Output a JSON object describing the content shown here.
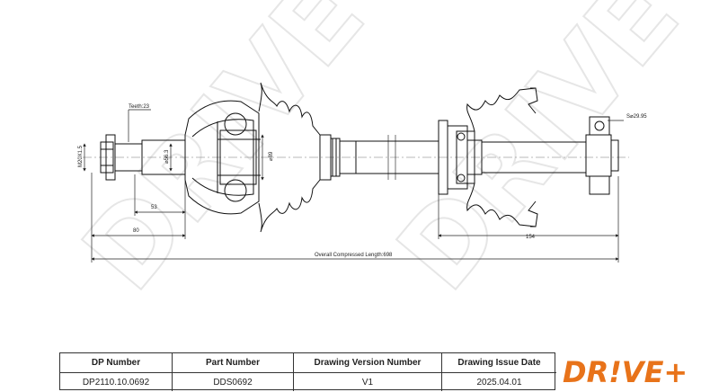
{
  "watermark": "DRIVE+",
  "dimensions": {
    "teeth": "Teeth:23",
    "thread": "M20X1.5",
    "diameter_56": "⌀56.3",
    "diameter_89": "⌀89",
    "hex": "S⌀29.95",
    "len_53": "53",
    "len_80": "80",
    "len_154": "154",
    "overall": "Overall  Compressed  Length:698"
  },
  "title_block": {
    "dp_number_label": "DP Number",
    "dp_number_value": "DP2110.10.0692",
    "part_number_label": "Part Number",
    "part_number_value": "DDS0692",
    "version_label": "Drawing Version Number",
    "version_value": "V1",
    "issue_date_label": "Drawing Issue Date",
    "issue_date_value": "2025.04.01"
  },
  "logo": {
    "text": "DR!VE+",
    "color": "#e8731a"
  }
}
